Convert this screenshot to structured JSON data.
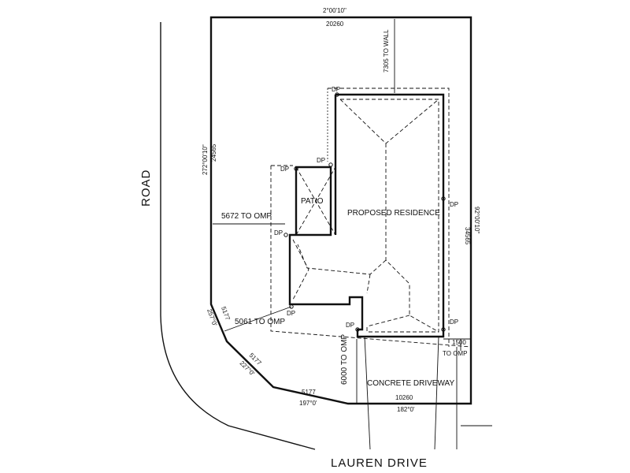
{
  "labels": {
    "road": "ROAD",
    "street": "LAUREN DRIVE",
    "residence": "PROPOSED RESIDENCE",
    "patio": "PATIO",
    "driveway": "CONCRETE DRIVEWAY",
    "dp": "DP"
  },
  "boundaries": {
    "north_bearing": "2°00'10\"",
    "north_length": "20260",
    "west_bearing": "272°00'10\"",
    "west_length": "24565",
    "east_length": "34565",
    "east_bearing": "92°00'10\"",
    "south_length": "10260",
    "south_bearing": "182°0'",
    "arc1_length": "5177",
    "arc1_bearing": "197°0'",
    "arc2_length": "5177",
    "arc2_bearing": "227°0'",
    "arc3_length": "5177",
    "arc3_bearing": "257°0'"
  },
  "setbacks": {
    "north_wall": "7305 TO WALL",
    "west_omp": "5672 TO OMP",
    "southwest_omp": "5061 TO OMP",
    "front_omp": "6000 TO OMP",
    "east_value": "1500",
    "east_suffix": "TO OMP"
  },
  "colors": {
    "ink": "#111111",
    "paper": "#ffffff"
  }
}
